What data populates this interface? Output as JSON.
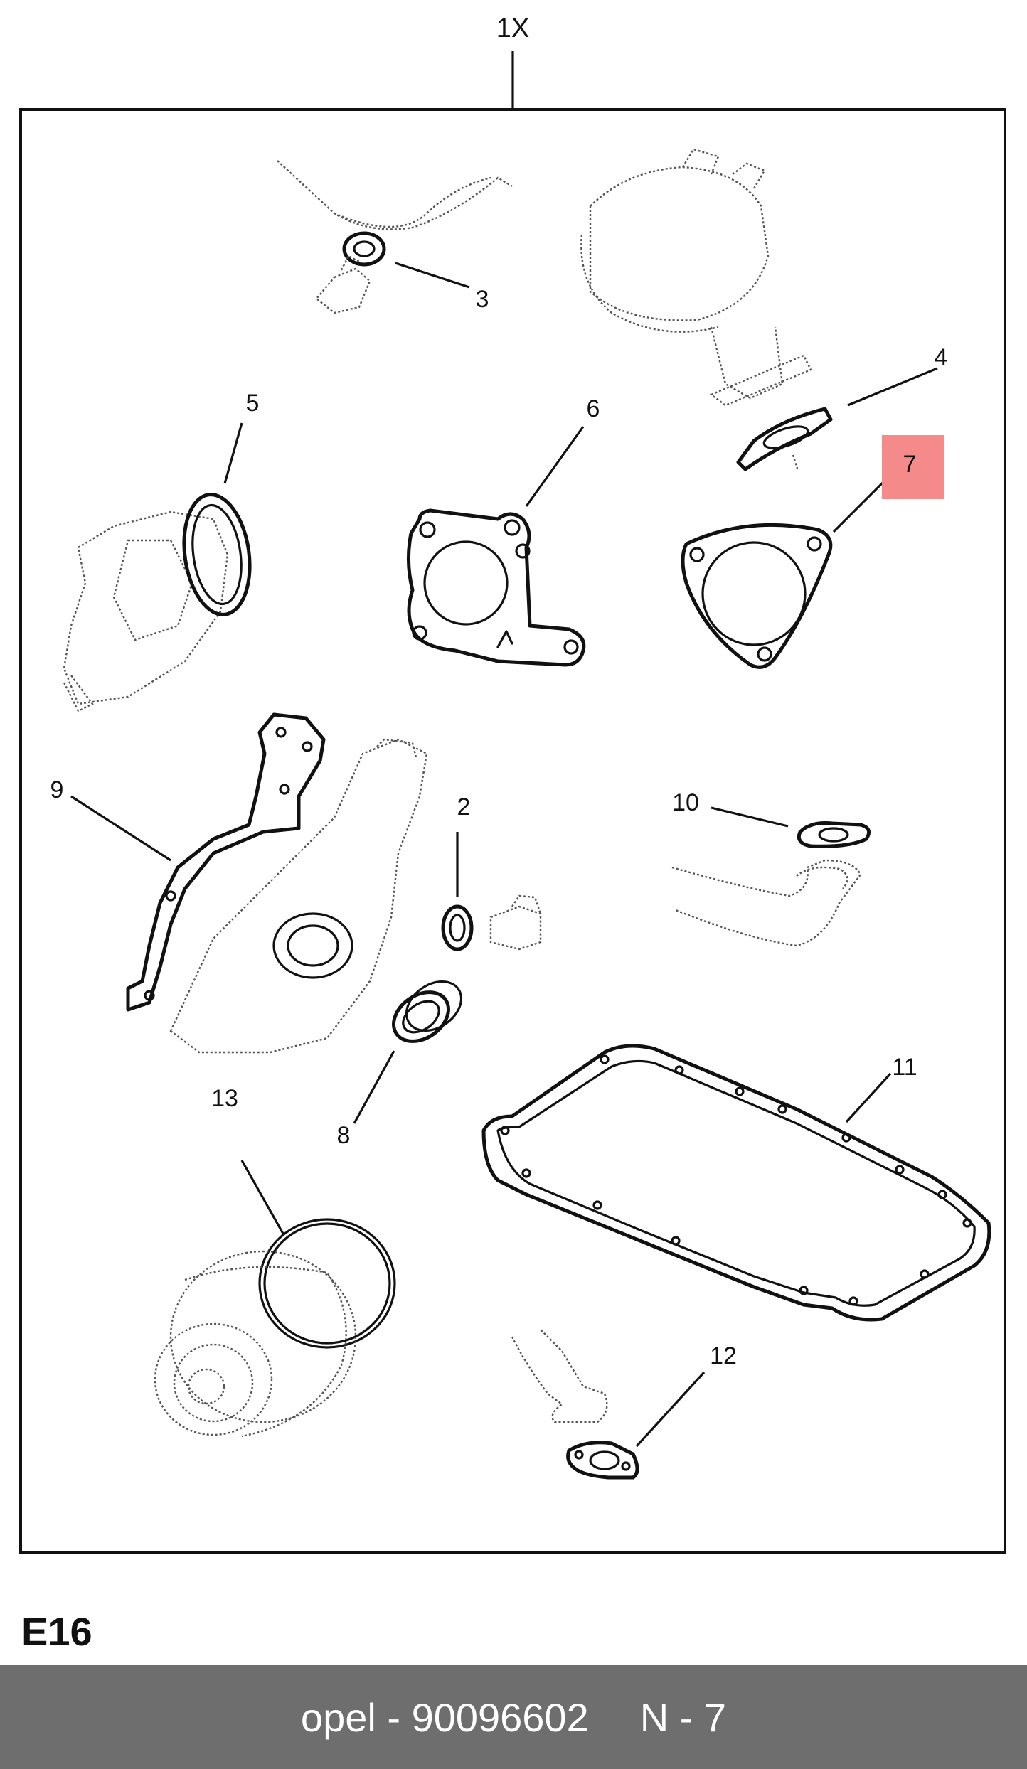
{
  "diagram": {
    "set_label": "1X",
    "callouts": [
      {
        "number": "3"
      },
      {
        "number": "4"
      },
      {
        "number": "5"
      },
      {
        "number": "6"
      },
      {
        "number": "7",
        "highlighted": true,
        "highlight_color": "#f48a8a"
      },
      {
        "number": "9"
      },
      {
        "number": "2"
      },
      {
        "number": "10"
      },
      {
        "number": "13"
      },
      {
        "number": "8"
      },
      {
        "number": "11"
      },
      {
        "number": "12"
      }
    ]
  },
  "engine_code": "E16",
  "footer": {
    "brand_part": "opel - 90096602",
    "position": "N - 7",
    "bar_color": "#6e6e6e"
  }
}
